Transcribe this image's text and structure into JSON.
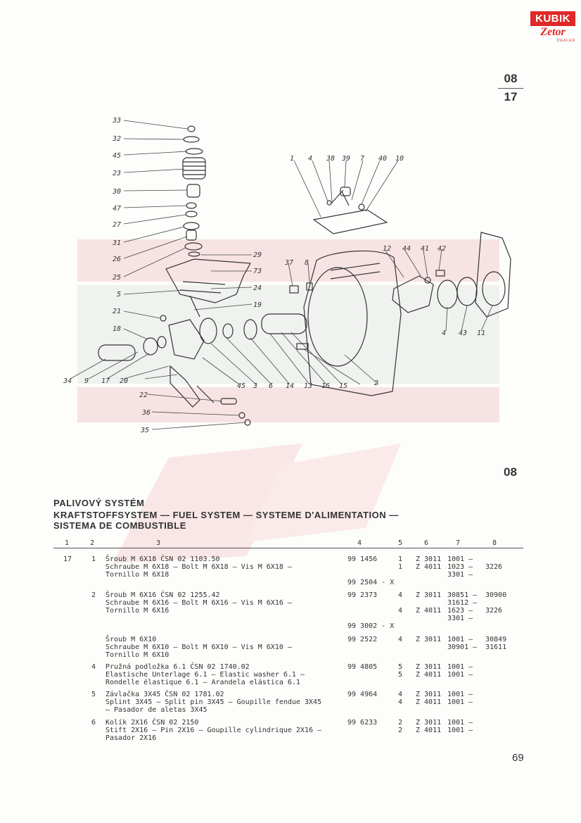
{
  "logo": {
    "top": "KUBIK",
    "bottom": "Zetor",
    "sub": "DEALER"
  },
  "section": {
    "number_top": "08",
    "number_bottom": "17"
  },
  "diagram": {
    "callouts": [
      "33",
      "32",
      "45",
      "23",
      "30",
      "47",
      "27",
      "31",
      "26",
      "25",
      "29",
      "73",
      "5",
      "24",
      "19",
      "21",
      "18",
      "34",
      "9",
      "17",
      "20",
      "22",
      "36",
      "35",
      "45",
      "3",
      "6",
      "14",
      "13",
      "16",
      "15",
      "2",
      "4",
      "43",
      "11",
      "12",
      "44",
      "41",
      "42",
      "37",
      "8",
      "1",
      "4",
      "38",
      "39",
      "7",
      "40",
      "10",
      "8",
      "37"
    ]
  },
  "section_code": "08",
  "title": {
    "line1": "PALIVOVÝ SYSTÉM",
    "line2": "KRAFTSTOFFSYSTEM — FUEL SYSTEM — SYSTEME D'ALIMENTATION —",
    "line3": "SISTEMA DE COMBUSTIBLE"
  },
  "columns": [
    "1",
    "2",
    "3",
    "4",
    "5",
    "6",
    "7",
    "8"
  ],
  "rows": [
    {
      "c1": "17",
      "c2": "1",
      "c3": "Šroub M 6X18 ČSN 02 1103.50\nSchraube M 6X18 — Bolt M 6X18 — Vis M 6X18 —\nTornillo M 6X18",
      "c4": "99 1456\n\n\n99 2504 - X",
      "c5": "1\n1",
      "c6": "Z 3011\nZ 4011",
      "c7": "1001 —\n1023 —\n3301 —",
      "c8": "\n3226"
    },
    {
      "c1": "",
      "c2": "2",
      "c3": "Šroub M 6X16 ČSN 02 1255.42\nSchraube M 6X16 — Bolt M 6X16 — Vis M 6X16 —\nTornillo M 6X16",
      "c4": "99 2373\n\n\n\n99 3002 - X",
      "c5": "4\n\n4",
      "c6": "Z 3011\n\nZ 4011",
      "c7": "30851 —\n31612 —\n1623 —\n3301 —",
      "c8": "30900\n\n3226"
    },
    {
      "c1": "",
      "c2": "",
      "c3": "Šroub M 6X10\nSchraube M 6X10 — Bolt M 6X10 — Vis M 6X10 —\nTornillo M 6X10",
      "c4": "99 2522",
      "c5": "4",
      "c6": "Z 3011",
      "c7": "1001 —\n30901 —",
      "c8": "30849\n31611"
    },
    {
      "c1": "",
      "c2": "4",
      "c3": "Pružná podložka 6.1 ČSN 02 1740.02\nElastische Unterlage 6.1 — Elastic washer 6.1 —\nRondelle élastique 6.1 — Arandela elástica 6.1",
      "c4": "99 4805",
      "c5": "5\n5",
      "c6": "Z 3011\nZ 4011",
      "c7": "1001 —\n1001 —",
      "c8": ""
    },
    {
      "c1": "",
      "c2": "5",
      "c3": "Závlačka 3X45 ČSN 02 1781.02\nSplint 3X45 — Split pin 3X45 — Goupille fendue 3X45\n— Pasador de aletas 3X45",
      "c4": "99 4964",
      "c5": "4\n4",
      "c6": "Z 3011\nZ 4011",
      "c7": "1001 —\n1001 —",
      "c8": ""
    },
    {
      "c1": "",
      "c2": "6",
      "c3": "Kolík 2X16 ČSN 02 2150\nStift 2X16 — Pin 2X16 — Goupille cylindrique 2X16 —\nPasador 2X16",
      "c4": "99 6233",
      "c5": "2\n2",
      "c6": "Z 3011\nZ 4011",
      "c7": "1001 —\n1001 —",
      "c8": ""
    }
  ],
  "page_number": "69",
  "colors": {
    "brand_red": "#e02828",
    "ink": "#2a2a2a",
    "watermark_red": "#f6dede",
    "watermark_grey": "#eef1ee"
  }
}
